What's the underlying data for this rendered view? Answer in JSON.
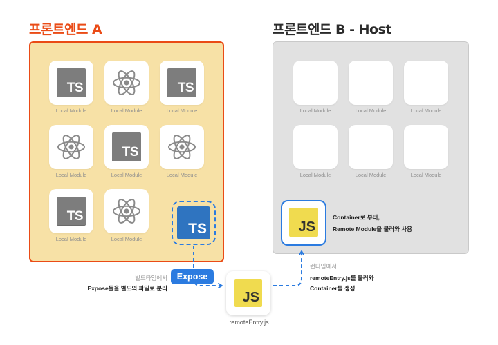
{
  "frontend_a": {
    "title": "프론트엔드 A",
    "modules": [
      {
        "icon": "ts-icon",
        "label": "Local Module"
      },
      {
        "icon": "react-icon",
        "label": "Local Module"
      },
      {
        "icon": "ts-icon",
        "label": "Local Module"
      },
      {
        "icon": "react-icon",
        "label": "Local Module"
      },
      {
        "icon": "ts-icon",
        "label": "Local Module"
      },
      {
        "icon": "react-icon",
        "label": "Local Module"
      },
      {
        "icon": "ts-icon",
        "label": "Local Module"
      },
      {
        "icon": "react-icon",
        "label": "Local Module"
      }
    ],
    "exposed_module_icon_text": "TS"
  },
  "frontend_b": {
    "title": "프론트엔드 B - Host",
    "modules": [
      {
        "label": "Local Module"
      },
      {
        "label": "Local Module"
      },
      {
        "label": "Local Module"
      },
      {
        "label": "Local Module"
      },
      {
        "label": "Local Module"
      },
      {
        "label": "Local Module"
      }
    ],
    "container_icon_text": "JS",
    "container_caption_line1": "Container로 부터,",
    "container_caption_line2": "Remote Module을 불러와 사용"
  },
  "icon_text": {
    "ts": "TS",
    "js": "JS"
  },
  "expose": {
    "pill_label": "Expose",
    "caption_line1": "빌드타임에서",
    "caption_line2": "Expose들을 별도의 파일로 분리"
  },
  "remote_entry": {
    "icon_text": "JS",
    "label": "remoteEntry.js"
  },
  "runtime": {
    "caption_line1": "런타임에서",
    "caption_line2": "remoteEntry.js를 불러와",
    "caption_line3": "Container를 생성"
  },
  "colors": {
    "accent_orange": "#ea4b16",
    "panel_a_fill": "#f7e1a6",
    "panel_b_fill": "#e1e1e1",
    "accent_blue": "#2b7be0",
    "ts_blue": "#2f74c0",
    "js_yellow": "#f0db4f"
  }
}
